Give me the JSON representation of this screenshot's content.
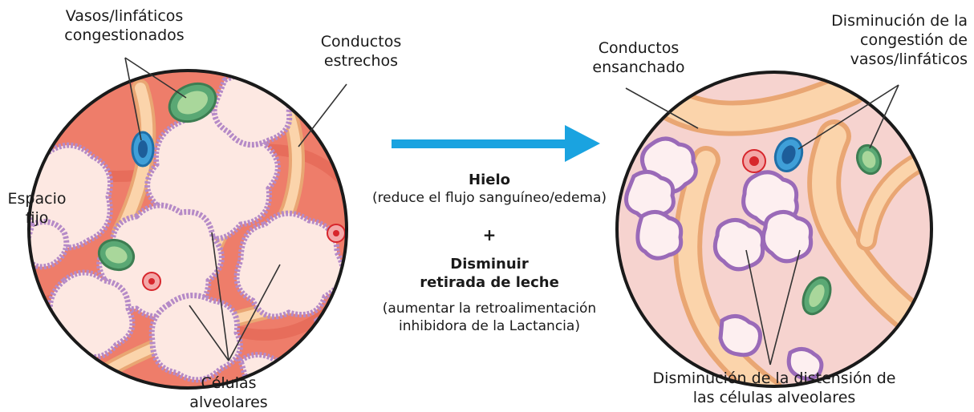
{
  "left_labels": {
    "congested_vessels": [
      "Vasos/linfáticos",
      "congestionados"
    ],
    "narrow_ducts": [
      "Conductos",
      "estrechos"
    ],
    "fixed_space": [
      "Espacio",
      "fijo"
    ],
    "alveolar_cells": [
      "Células",
      "alveolares"
    ]
  },
  "right_labels": {
    "widened_ducts": [
      "Conductos",
      "ensanchado"
    ],
    "reduced_congestion": [
      "Disminución de la",
      "congestión de",
      "vasos/linfáticos"
    ],
    "reduced_distension": [
      "Disminución de la distensión de",
      "las células alveolares"
    ]
  },
  "center": {
    "ice_title": "Hielo",
    "ice_desc": "(reduce el flujo sanguíneo/edema)",
    "plus": "+",
    "decrease_title": [
      "Disminuir",
      "retirada de leche"
    ],
    "decrease_desc": [
      "(aumentar la retroalimentación",
      "inhibidora de la Lactancia)"
    ]
  },
  "colors": {
    "arrow": "#1aa3e0",
    "left_tissue_bg": "#f07a68",
    "right_tissue_bg": "#f6d3cf",
    "alveoli_fill": "#fde8e2",
    "alveoli_border": "#b58ac7",
    "duct_fill": "#f9c9a0",
    "vessel_green": "#5aa874",
    "vessel_blue": "#3f9fd8",
    "vessel_red": "#d7262c"
  }
}
